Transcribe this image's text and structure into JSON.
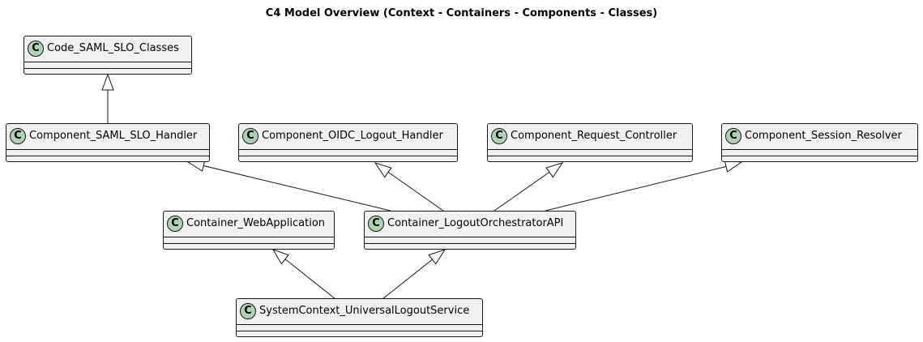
{
  "diagram": {
    "title": "C4 Model Overview (Context - Containers - Components - Classes)",
    "classes": [
      {
        "id": "code_saml",
        "name": "Code_SAML_SLO_Classes",
        "stereotype_icon": "C"
      },
      {
        "id": "comp_saml",
        "name": "Component_SAML_SLO_Handler",
        "stereotype_icon": "C"
      },
      {
        "id": "comp_oidc",
        "name": "Component_OIDC_Logout_Handler",
        "stereotype_icon": "C"
      },
      {
        "id": "comp_req",
        "name": "Component_Request_Controller",
        "stereotype_icon": "C"
      },
      {
        "id": "comp_sess",
        "name": "Component_Session_Resolver",
        "stereotype_icon": "C"
      },
      {
        "id": "cont_web",
        "name": "Container_WebApplication",
        "stereotype_icon": "C"
      },
      {
        "id": "cont_api",
        "name": "Container_LogoutOrchestratorAPI",
        "stereotype_icon": "C"
      },
      {
        "id": "sys_ctx",
        "name": "SystemContext_UniversalLogoutService",
        "stereotype_icon": "C"
      }
    ],
    "relations": [
      {
        "from": "Component_SAML_SLO_Handler",
        "to": "Code_SAML_SLO_Classes",
        "type": "inheritance"
      },
      {
        "from": "Container_LogoutOrchestratorAPI",
        "to": "Component_SAML_SLO_Handler",
        "type": "inheritance"
      },
      {
        "from": "Container_LogoutOrchestratorAPI",
        "to": "Component_OIDC_Logout_Handler",
        "type": "inheritance"
      },
      {
        "from": "Container_LogoutOrchestratorAPI",
        "to": "Component_Request_Controller",
        "type": "inheritance"
      },
      {
        "from": "Container_LogoutOrchestratorAPI",
        "to": "Component_Session_Resolver",
        "type": "inheritance"
      },
      {
        "from": "SystemContext_UniversalLogoutService",
        "to": "Container_WebApplication",
        "type": "inheritance"
      },
      {
        "from": "SystemContext_UniversalLogoutService",
        "to": "Container_LogoutOrchestratorAPI",
        "type": "inheritance"
      }
    ],
    "colors": {
      "class_fill": "#f1f1f1",
      "border": "#181818",
      "class_icon": "#add1b2"
    }
  }
}
